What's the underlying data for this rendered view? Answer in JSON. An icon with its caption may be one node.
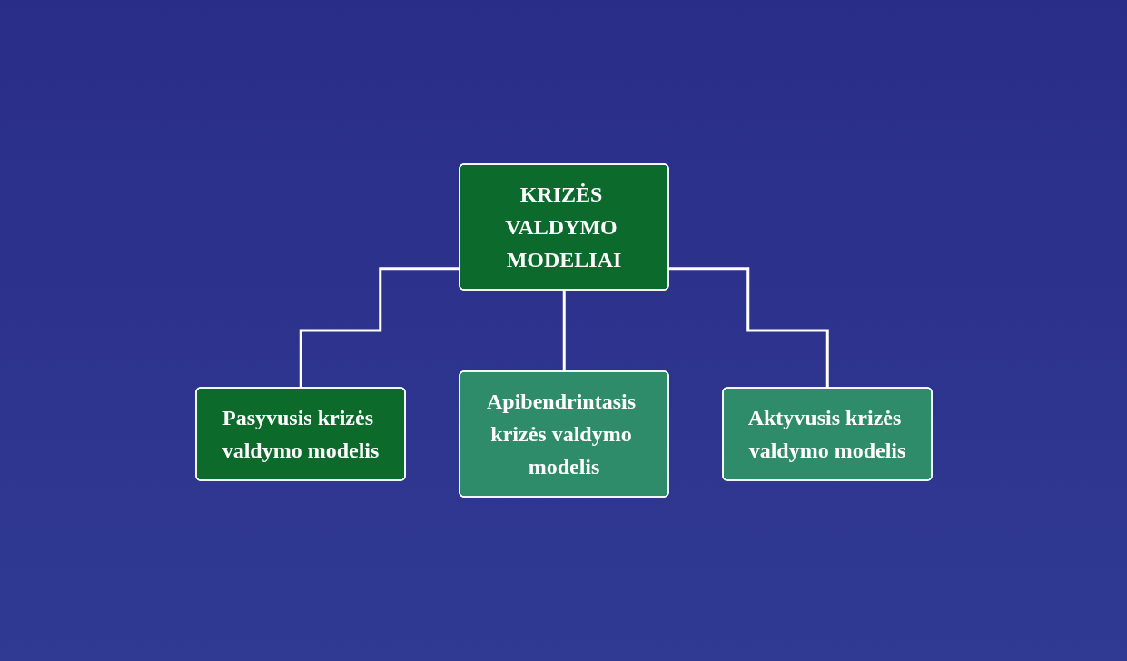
{
  "diagram": {
    "nodes": [
      {
        "text": [
          "KRIZĖS VALDYMO MODELIAI"
        ]
      },
      {
        "text": [
          "Pasyvusis krizės valdymo modelis"
        ]
      },
      {
        "text": [
          "Apibendrintasis krizės valdymo modelis"
        ]
      },
      {
        "text": [
          "Aktyvusis krizės valdymo modelis"
        ]
      }
    ],
    "edges": [
      {
        "from": 0,
        "to": 1,
        "arrow": "none"
      },
      {
        "from": 0,
        "to": 2,
        "arrow": "none"
      },
      {
        "from": 0,
        "to": 3,
        "arrow": "none"
      }
    ]
  }
}
